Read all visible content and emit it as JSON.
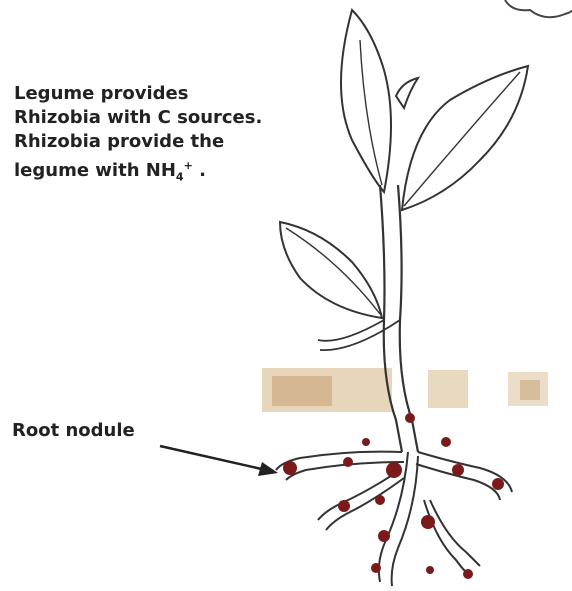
{
  "caption": {
    "line1": "Legume provides",
    "line2": "Rhizobia with C sources.",
    "line3": "Rhizobia provide the",
    "line4_prefix": "legume with NH",
    "line4_sub": "4",
    "line4_sup": "+",
    "line4_suffix": " ."
  },
  "labels": {
    "root_nodule": "Root nodule"
  },
  "colors": {
    "outline": "#333333",
    "nodule": "#7a1a1a",
    "soil": "#c49a5a"
  }
}
